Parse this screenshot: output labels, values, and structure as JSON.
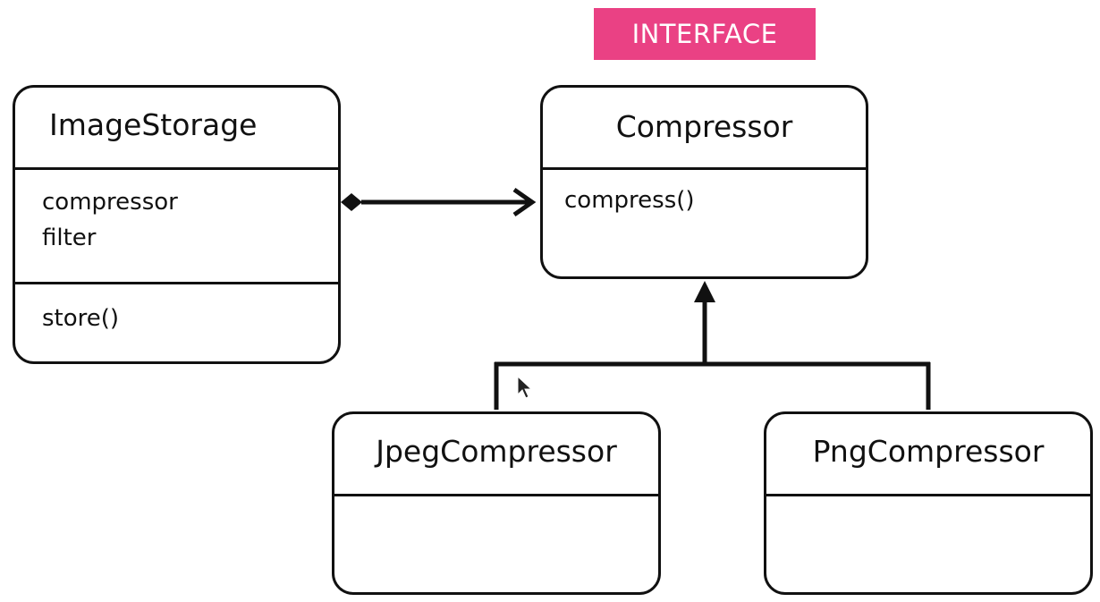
{
  "badge": {
    "label": "INTERFACE",
    "color": "#ea4184"
  },
  "classes": {
    "image_storage": {
      "name": "ImageStorage",
      "attributes": [
        "compressor",
        "filter"
      ],
      "methods": [
        "store()"
      ]
    },
    "compressor": {
      "name": "Compressor",
      "methods": [
        "compress()"
      ]
    },
    "jpeg_compressor": {
      "name": "JpegCompressor"
    },
    "png_compressor": {
      "name": "PngCompressor"
    }
  },
  "relationships": [
    {
      "from": "ImageStorage",
      "to": "Compressor",
      "type": "composition"
    },
    {
      "from": "JpegCompressor",
      "to": "Compressor",
      "type": "realization"
    },
    {
      "from": "PngCompressor",
      "to": "Compressor",
      "type": "realization"
    }
  ],
  "colors": {
    "stroke": "#111111",
    "background": "#ffffff"
  }
}
